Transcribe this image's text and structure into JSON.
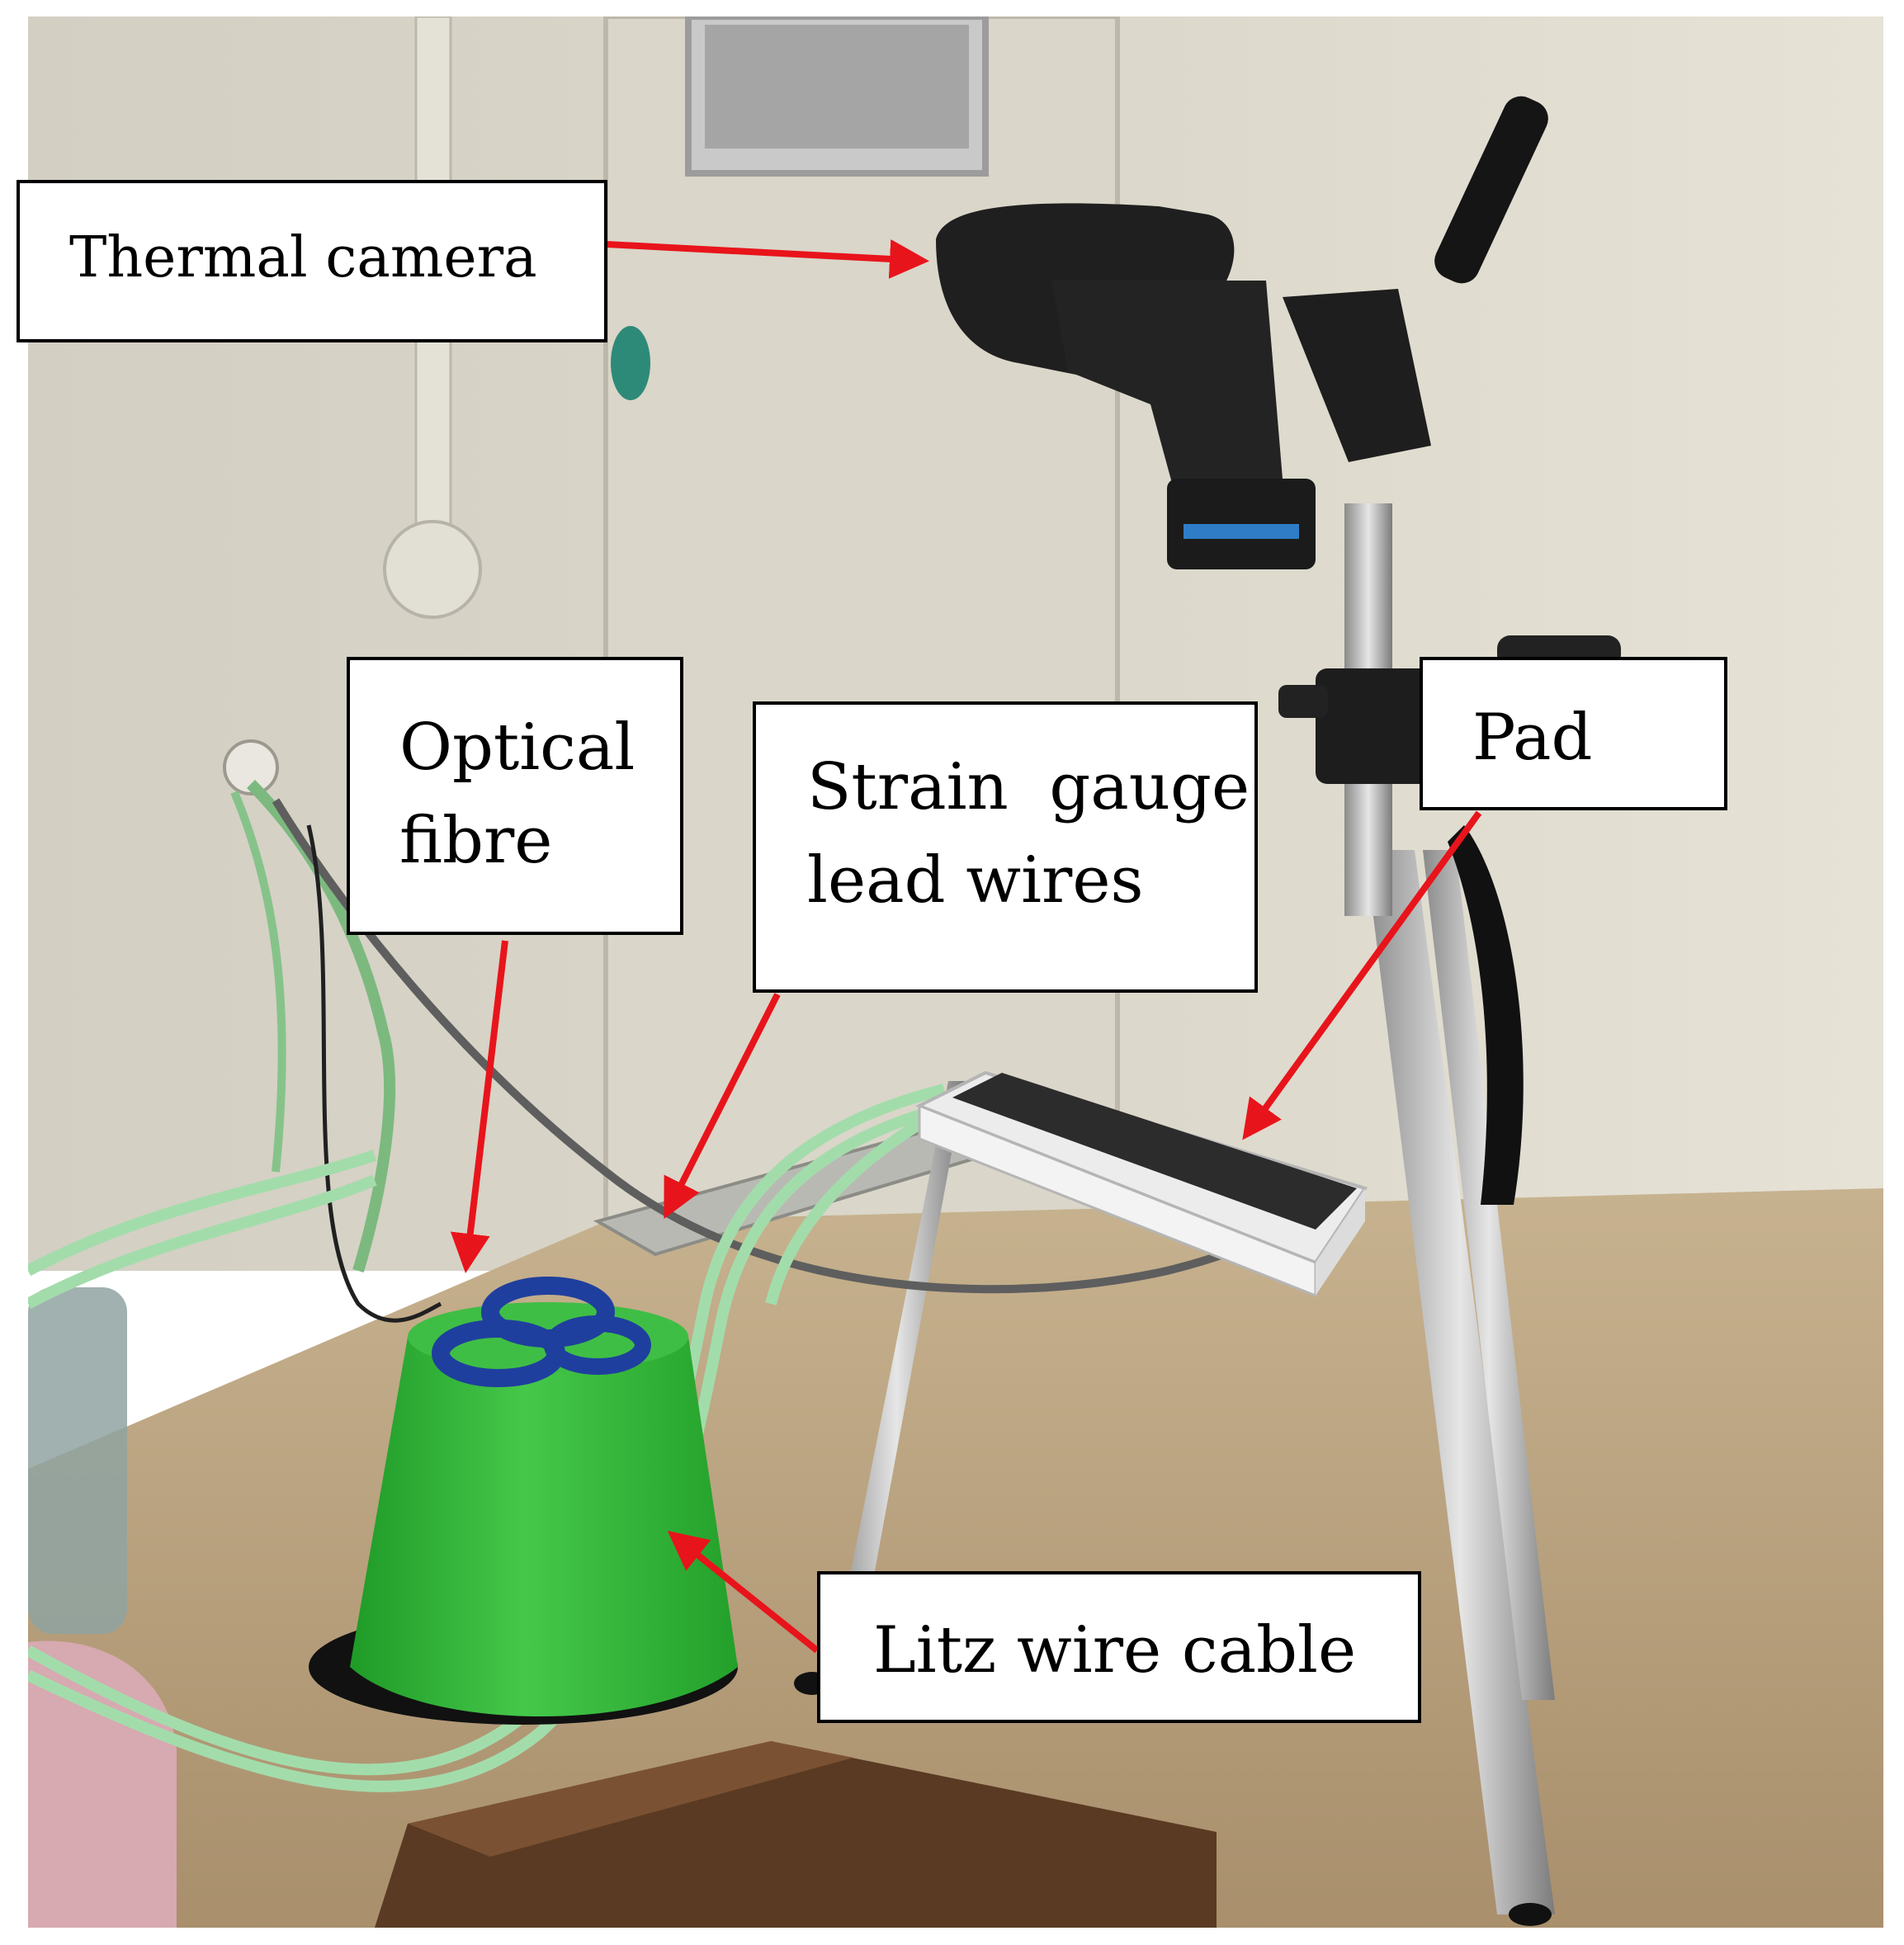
{
  "figure": {
    "labels": {
      "thermal_camera": "Thermal camera",
      "optical_fibre_line1": "Optical",
      "optical_fibre_line2": "fibre",
      "strain_gauge_line1": "Strain  gauge",
      "strain_gauge_line2": "lead wires",
      "pad": "Pad",
      "litz_wire": "Litz wire cable"
    }
  },
  "colors": {
    "arrow": "#e8141b",
    "bucket": "#2fb534",
    "rings": "#1f3f9e",
    "litz_wire": "#9fd6a8",
    "wall": "#d6d1c4",
    "floor": "#b59e7e"
  }
}
